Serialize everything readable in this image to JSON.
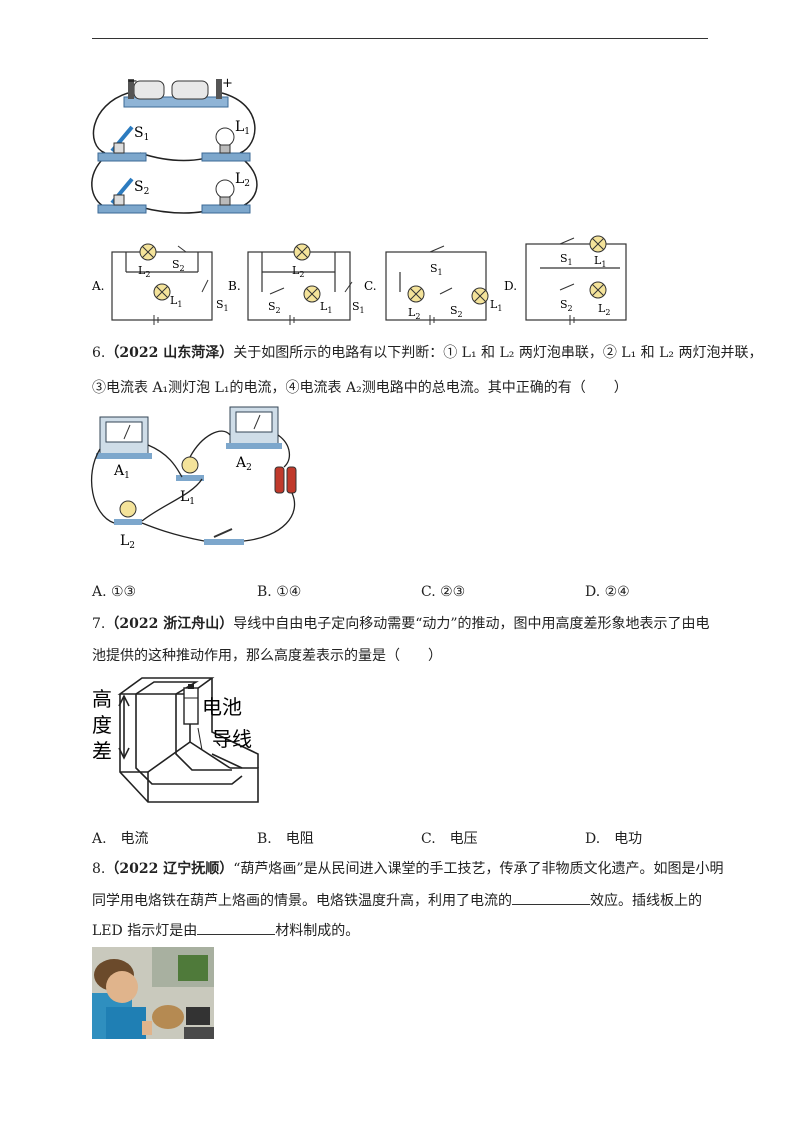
{
  "q5": {
    "photo_labels": {
      "minus": "−",
      "plus": "+",
      "s1": "S",
      "s1_sub": "1",
      "s2": "S",
      "s2_sub": "2",
      "l1": "L",
      "l1_sub": "1",
      "l2": "L",
      "l2_sub": "2"
    },
    "options": {
      "a": "A.",
      "b": "B.",
      "c": "C.",
      "d": "D.",
      "L1": "L",
      "L2": "L",
      "S1": "S",
      "S2": "S",
      "sub1": "1",
      "sub2": "2"
    }
  },
  "q6": {
    "num": "6.",
    "source": "（2022 山东菏泽）",
    "line1": "关于如图所示的电路有以下判断：① L₁ 和 L₂ 两灯泡串联，② L₁ 和 L₂ 两灯泡并联，",
    "line2": "③电流表 A₁测灯泡 L₁的电流，④电流表 A₂测电路中的总电流。其中正确的有（　　）",
    "labels": {
      "a1": "A",
      "a1_sub": "1",
      "a2": "A",
      "a2_sub": "2",
      "l1": "L",
      "l1_sub": "1",
      "l2": "L",
      "l2_sub": "2"
    },
    "choices": [
      "A. ①③",
      "B. ①④",
      "C. ②③",
      "D. ②④"
    ]
  },
  "q7": {
    "num": "7.",
    "source": "（2022 浙江舟山）",
    "line1": "导线中自由电子定向移动需要“动力”的推动，图中用高度差形象地表示了由电",
    "line2": "池提供的这种推动作用，那么高度差表示的量是（　　）",
    "figure": {
      "height1": "高",
      "height2": "度",
      "height3": "差",
      "battery": "电池",
      "wire": "导线"
    },
    "choices": [
      "A.　电流",
      "B.　电阻",
      "C.　电压",
      "D.　电功"
    ]
  },
  "q8": {
    "num": "8.",
    "source": "（2022 辽宁抚顺）",
    "line1": "“葫芦烙画”是从民间进入课堂的手工技艺，传承了非物质文化遗产。如图是小明",
    "line2a": "同学用电烙铁在葫芦上烙画的情景。电烙铁温度升高，利用了电流的",
    "line2b": "效应。插线板上的",
    "line3a": "LED 指示灯是由",
    "line3b": "材料制成的。"
  },
  "colors": {
    "rule": "#333333",
    "board": "#7da7cc",
    "bulb": "#f4e39a",
    "meter": "#cfdde8"
  }
}
